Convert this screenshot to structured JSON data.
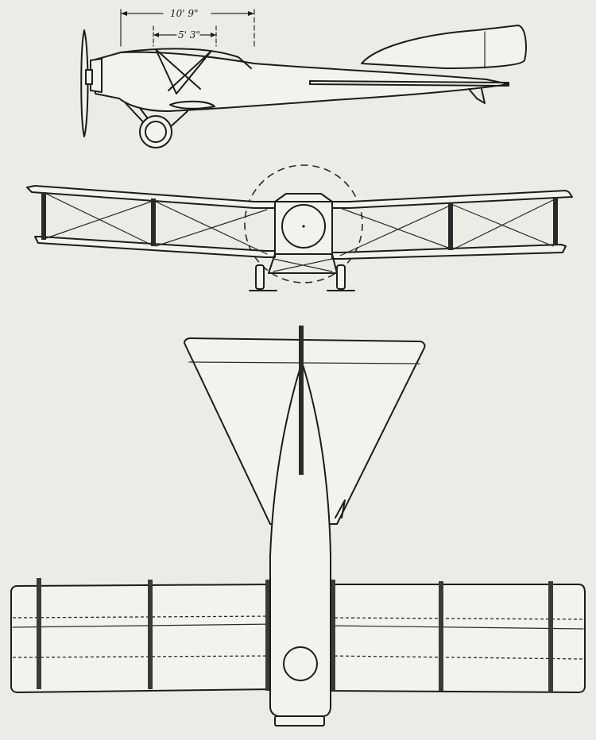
{
  "dimensions": {
    "overall_length_label": "10' 9\"",
    "inner_length_label": "5' 3\""
  },
  "views": {
    "side": "side-elevation",
    "front": "front-elevation",
    "plan": "plan-view"
  },
  "colors": {
    "paper": "#ecebe6",
    "ink": "#1c1c1c"
  }
}
